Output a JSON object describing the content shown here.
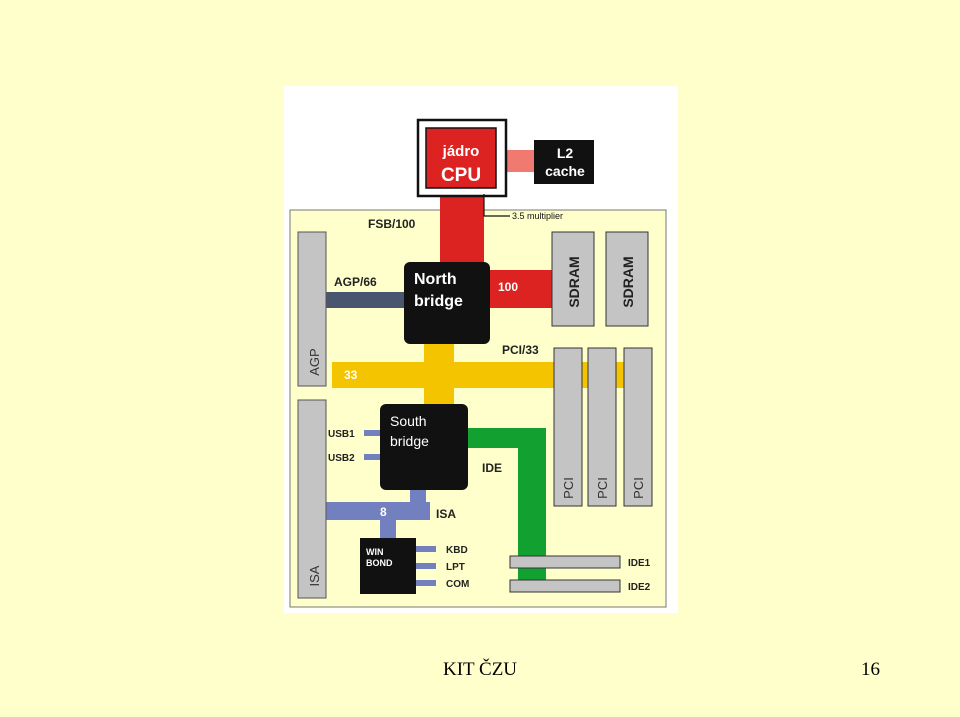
{
  "diagram": {
    "cpu": {
      "line1": "jádro",
      "line2": "CPU"
    },
    "l2": {
      "line1": "L2",
      "line2": "cache"
    },
    "multiplier": "3.5 multiplier",
    "fsb": "FSB/100",
    "agp_bus": "AGP/66",
    "north_bridge": {
      "line1": "North",
      "line2": "bridge"
    },
    "mem_bus": "100",
    "sdram_slots": [
      "SDRAM",
      "SDRAM"
    ],
    "agp_slot": "AGP",
    "pci_bus": "PCI/33",
    "pci_value": "33",
    "pci_slots": [
      "PCI",
      "PCI",
      "PCI"
    ],
    "south_bridge": {
      "line1": "South",
      "line2": "bridge"
    },
    "usb": [
      "USB1",
      "USB2"
    ],
    "ide_bus": "IDE",
    "isa_slot": "ISA",
    "isa_value": "8",
    "isa_bus": "ISA",
    "winbond": {
      "line1": "WIN",
      "line2": "BOND"
    },
    "io_ports": [
      "KBD",
      "LPT",
      "COM"
    ],
    "ide_ports": [
      "IDE1",
      "IDE2"
    ],
    "colors": {
      "fsb": "#DD2222",
      "l2_link": "#F07A70",
      "agp": "#4A5670",
      "pci": "#F5C400",
      "ide": "#12A030",
      "isa": "#7280C0",
      "chip": "#111111",
      "board": "#FFFFCC",
      "slot": "#C4C4C4"
    }
  },
  "footer": {
    "center": "KIT ČZU",
    "page": "16"
  }
}
